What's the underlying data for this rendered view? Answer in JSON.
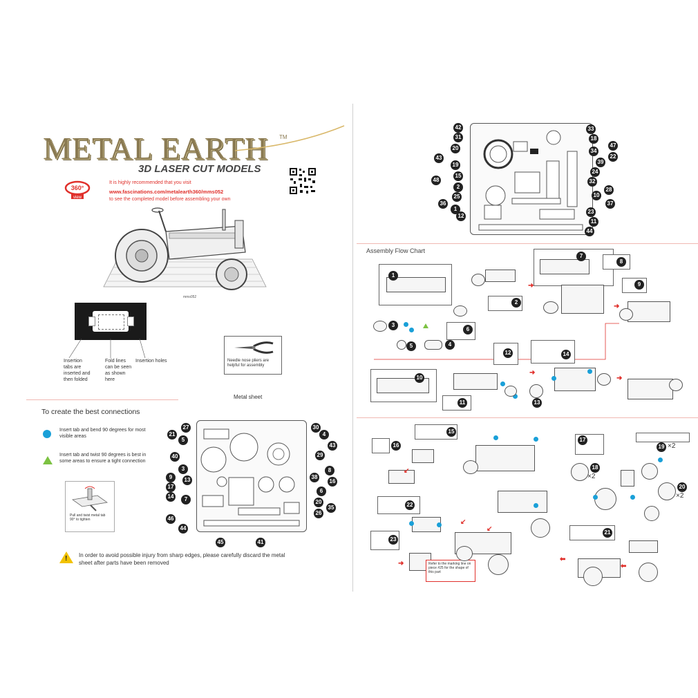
{
  "brand": {
    "title": "METAL EARTH",
    "tm": "TM",
    "subtitle": "3D LASER CUT MODELS",
    "view_badge": "360° view"
  },
  "intro": {
    "line1": "It is highly recommended that you visit",
    "link": "www.fascinations.com/metalearth360/mms052",
    "line2": "to see the completed model before assembling your own"
  },
  "model_code": "mms052",
  "tab_diagram": {
    "labels": [
      "Insertion tabs are inserted and then folded",
      "Fold lines can be seen as shown here",
      "Insertion holes"
    ]
  },
  "pliers_note": "Needle nose pliers are helpful for assembly",
  "metal_sheet_label": "Metal sheet",
  "connections": {
    "heading": "To create the best connections",
    "blue": "Insert tab and bend 90 degrees for most visible areas",
    "green": "Insert tab and twist 90 degrees is best in some areas to ensure a tight connection",
    "twist_note": "Pull and twist metal tab 90° to tighten"
  },
  "warning": "In order to avoid possible injury from sharp edges, please carefully discard the metal sheet after parts have been removed",
  "sheet1_numbers": [
    "27",
    "21",
    "5",
    "40",
    "3",
    "9",
    "13",
    "17",
    "14",
    "7",
    "46",
    "44",
    "45",
    "41",
    "30",
    "4",
    "43",
    "29",
    "8",
    "38",
    "16",
    "6",
    "20",
    "35",
    "26"
  ],
  "sheet2_numbers": [
    "42",
    "31",
    "20",
    "43",
    "19",
    "48",
    "2",
    "25",
    "36",
    "1",
    "12",
    "33",
    "18",
    "34",
    "47",
    "39",
    "22",
    "24",
    "32",
    "28",
    "10",
    "37",
    "23",
    "11",
    "44",
    "15"
  ],
  "assembly": {
    "heading": "Assembly Flow Chart",
    "steps": [
      "1",
      "2",
      "3",
      "4",
      "5",
      "6",
      "7",
      "8",
      "9",
      "10",
      "11",
      "12",
      "13",
      "14",
      "15",
      "16",
      "17",
      "18",
      "19",
      "20",
      "21",
      "22",
      "23"
    ],
    "x2": "×2",
    "refer_note": "Refer to the marking line on piece #25 for the shape of this part"
  }
}
